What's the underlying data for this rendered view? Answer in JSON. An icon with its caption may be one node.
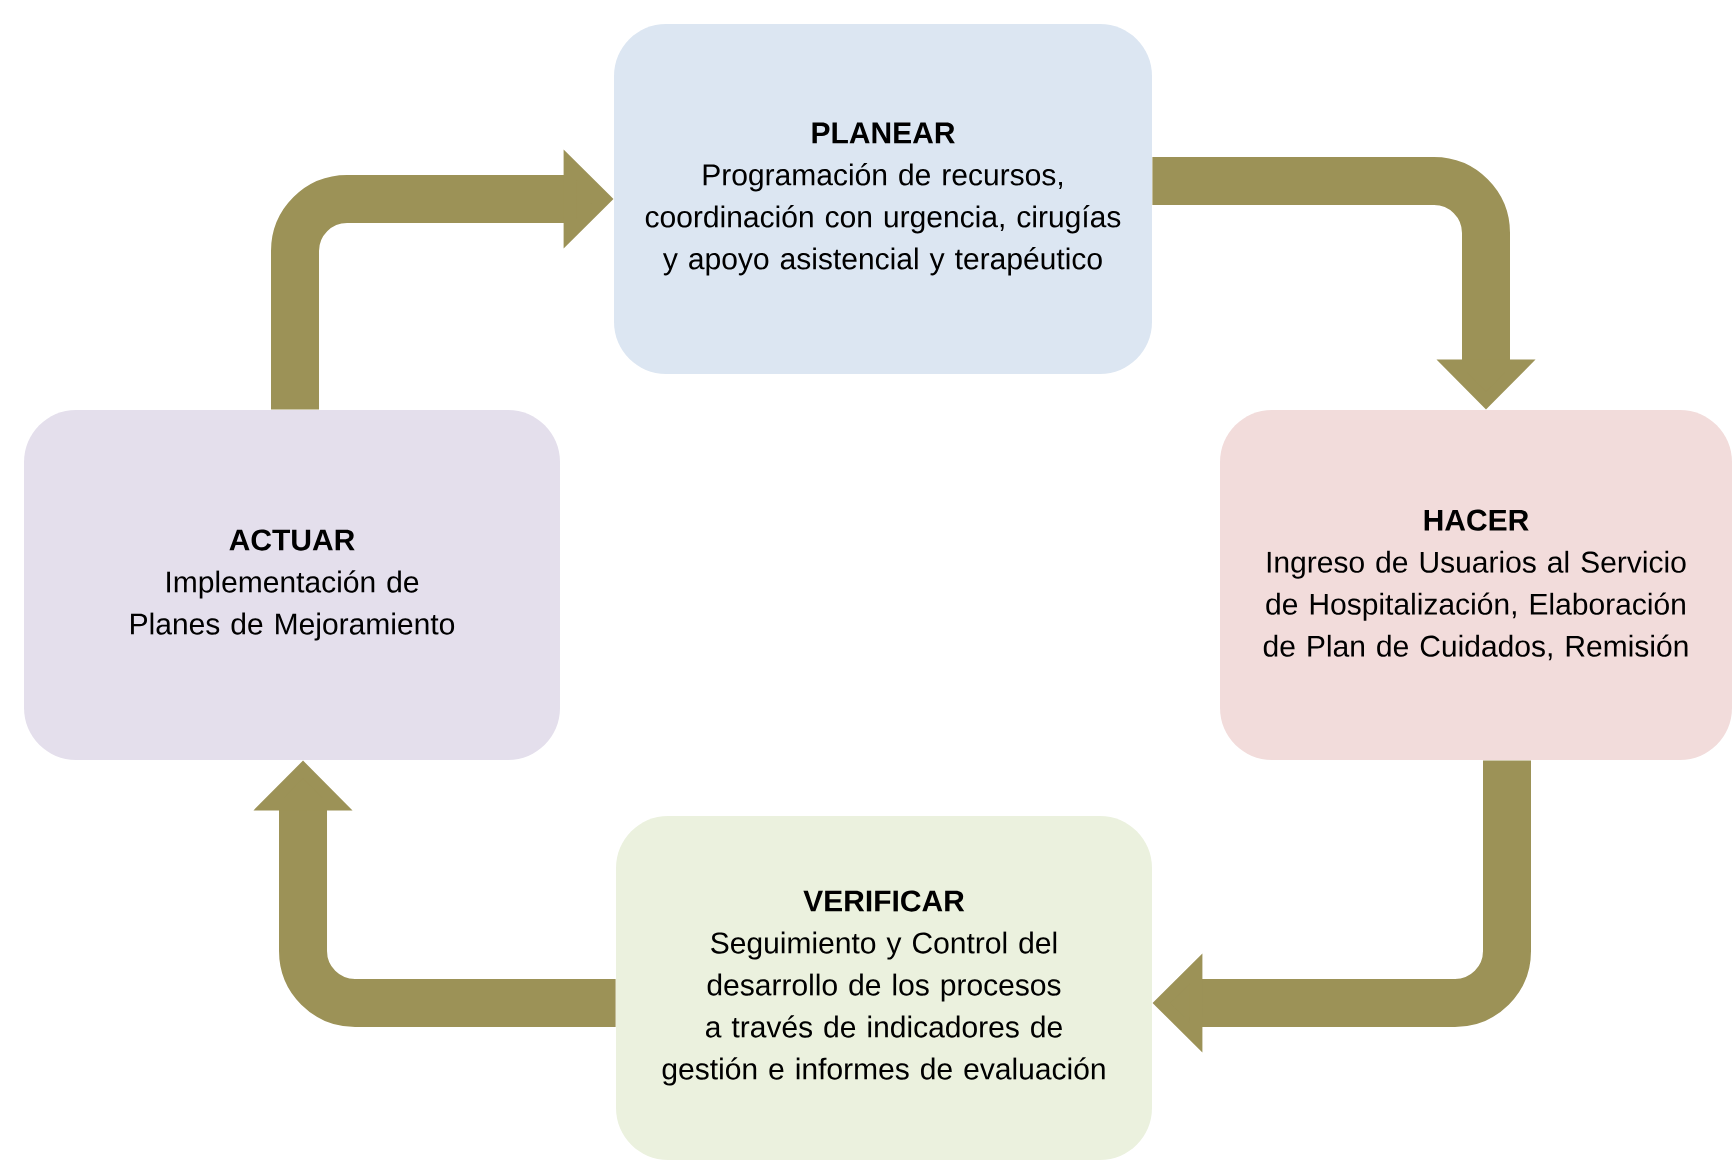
{
  "diagram": {
    "nodes": [
      {
        "text": [
          "PLANEAR",
          "Programación de recursos, coordinación con urgencia, cirugías y apoyo asistencial y terapéutico"
        ]
      },
      {
        "text": [
          "HACER",
          "Ingreso de Usuarios al Servicio de Hospitalización, Elaboración de Plan de Cuidados, Remisión"
        ]
      },
      {
        "text": [
          "VERIFICAR",
          "Seguimiento y Control del desarrollo de los procesos a través de indicadores de gestión e informes de evaluación"
        ]
      },
      {
        "text": [
          "ACTUAR",
          "Implementación de Planes de Mejoramiento"
        ]
      }
    ],
    "edges": [
      {
        "from": 0,
        "to": 1,
        "arrow": "to"
      },
      {
        "from": 1,
        "to": 2,
        "arrow": "to"
      },
      {
        "from": 2,
        "to": 3,
        "arrow": "to"
      },
      {
        "from": 3,
        "to": 0,
        "arrow": "to"
      }
    ]
  }
}
